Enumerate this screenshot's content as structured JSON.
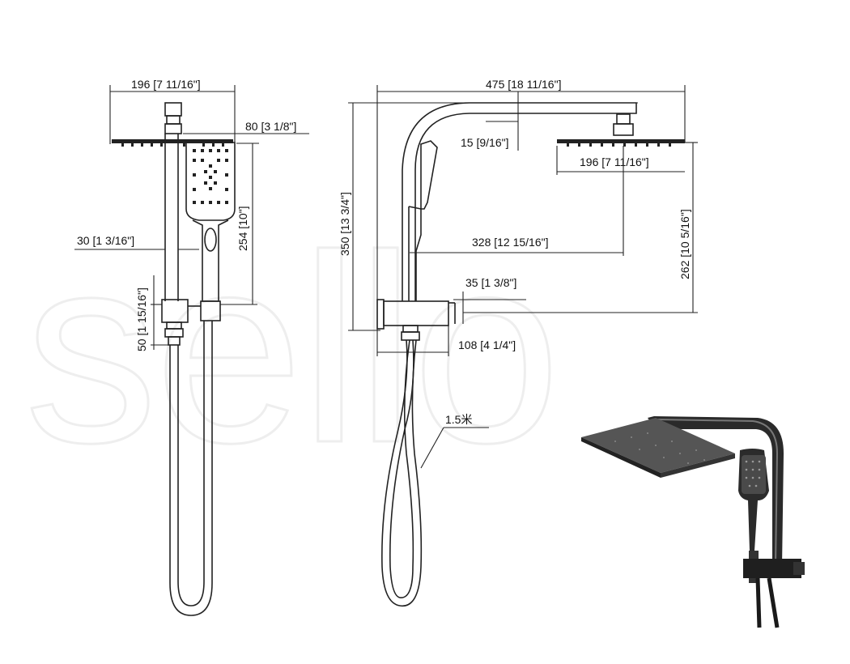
{
  "watermark": "sello",
  "front_view": {
    "head_width": "196 [7 11/16\"]",
    "handset_width": "80 [3 1/8\"]",
    "handset_length": "254 [10\"]",
    "arm_offset": "30 [1 3/16\"]",
    "bracket_height": "50 [1 15/16\"]"
  },
  "side_view": {
    "overall_width": "475 [18 11/16\"]",
    "arm_drop": "15 [9/16\"]",
    "head_width": "196 [7 11/16\"]",
    "overall_height": "350 [13 3/4\"]",
    "head_reach": "328 [12 15/16\"]",
    "head_height": "262 [10 5/16\"]",
    "bracket_depth": "35 [1 3/8\"]",
    "bracket_width": "108 [4 1/4\"]",
    "hose_length": "1.5米"
  },
  "icons": [
    "shower-head-icon",
    "handset-icon",
    "hose-icon",
    "product-photo-icon"
  ]
}
